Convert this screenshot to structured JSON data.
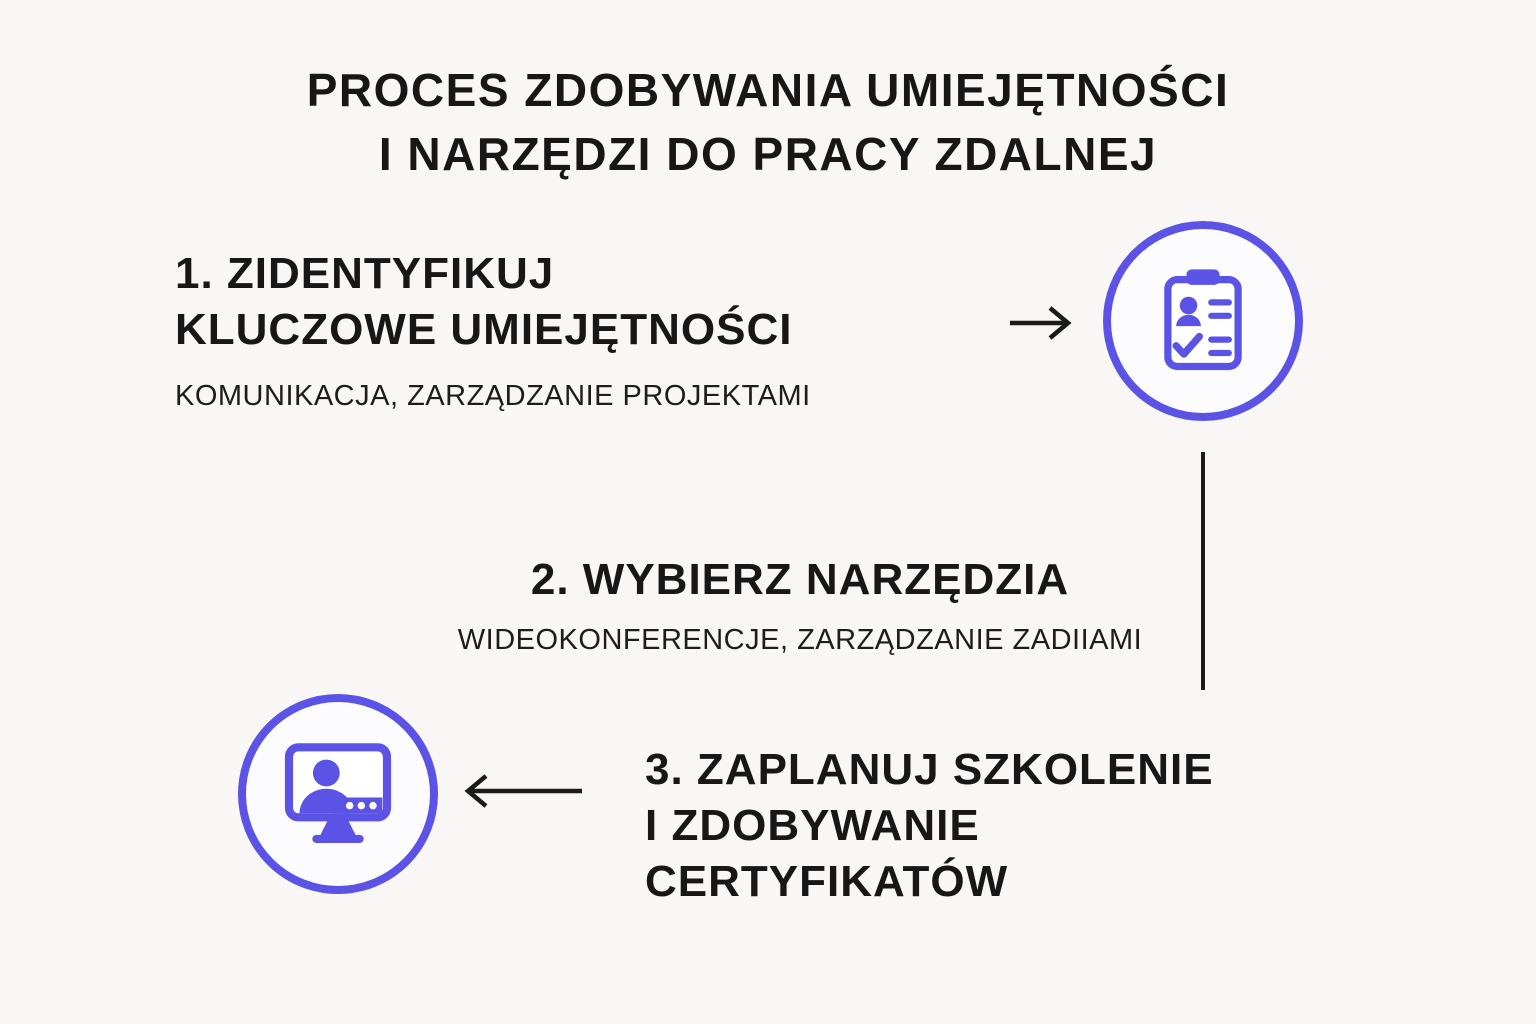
{
  "title": {
    "line1": "PROCES ZDOBYWANIA UMIEJĘTNOŚCI",
    "line2": "I NARZĘDZI DO PRACY ZDALNEJ"
  },
  "steps": [
    {
      "heading_line1": "1. ZIDENTYFIKUJ",
      "heading_line2": "KLUCZOWE UMIEJĘTNOŚCI",
      "subtitle": "KOMUNIKACJA, ZARZĄDZANIE PROJEKTAMI",
      "icon": "clipboard-checklist-icon"
    },
    {
      "heading": "2. WYBIERZ NARZĘDZIA",
      "subtitle": "WIDEOKONFERENCJE, ZARZĄDZANIE ZADIIAMI"
    },
    {
      "heading_line1": "3. ZAPLANUJ SZKOLENIE",
      "heading_line2": "I ZDOBYWANIE",
      "heading_line3": "CERTYFIKATÓW",
      "icon": "video-conference-monitor-icon"
    }
  ],
  "colors": {
    "accent": "#5a53e6",
    "text": "#171717",
    "background": "#f8f7f5",
    "connector": "#1b1b1b"
  }
}
